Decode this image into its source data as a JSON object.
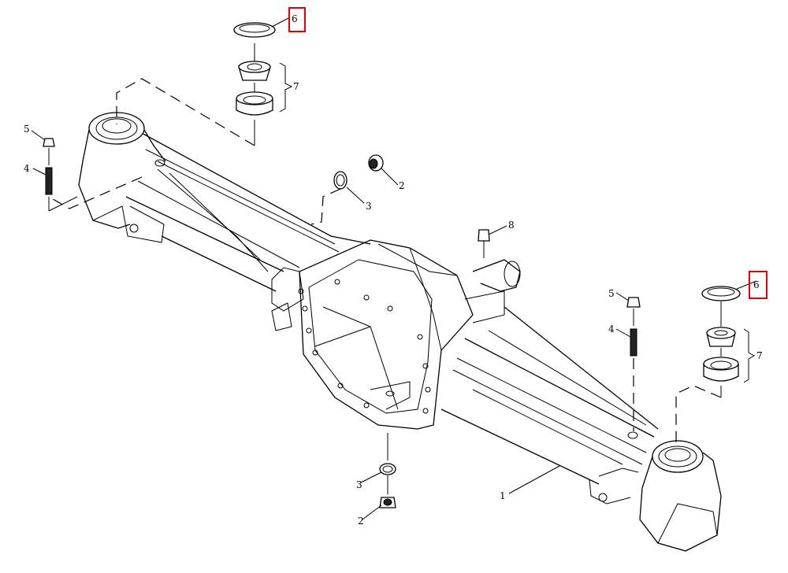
{
  "callouts": {
    "c1": "1",
    "c2a": "2",
    "c2b": "2",
    "c3a": "3",
    "c3b": "3",
    "c4a": "4",
    "c4b": "4",
    "c5a": "5",
    "c5b": "5",
    "c6a": "6",
    "c6b": "6",
    "c7a": "7",
    "c7b": "7",
    "c8": "8"
  },
  "colors": {
    "highlight": "#e00000",
    "ink": "#000000"
  }
}
